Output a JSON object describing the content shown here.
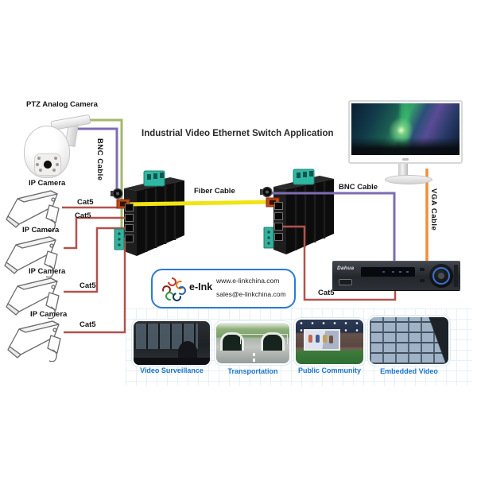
{
  "title": "Industrial Video Ethernet Switch Application",
  "nodes": {
    "ptz_camera": "PTZ Analog Camera",
    "ip_cameras": [
      "IP Camera",
      "IP Camera",
      "IP Camera",
      "IP Camera"
    ],
    "dvr_brand": "Dahua"
  },
  "cables": {
    "bnc_left": "BNC Cable",
    "bnc_right": "BNC Cable",
    "fiber": "Fiber Cable",
    "vga": "VGA Cable",
    "cat5": [
      "Cat5",
      "Cat5",
      "Cat5",
      "Cat5",
      "Cat5"
    ]
  },
  "vendor": {
    "brand": "e-Ink",
    "website": "www.e-linkchina.com",
    "email": "sales@e-linkchina.com"
  },
  "applications": [
    "Video Surveillance",
    "Transportation",
    "Public Community",
    "Embedded Video"
  ],
  "colors": {
    "fiber_cable": "#f0e413",
    "bnc_cable": "#7e6cb4",
    "vga_cable": "#ef9036",
    "cat5_cable": "#b2524e",
    "power_cable": "#a4b86a",
    "link_box_border": "#2b7bd4",
    "app_label": "#1a75c9"
  }
}
